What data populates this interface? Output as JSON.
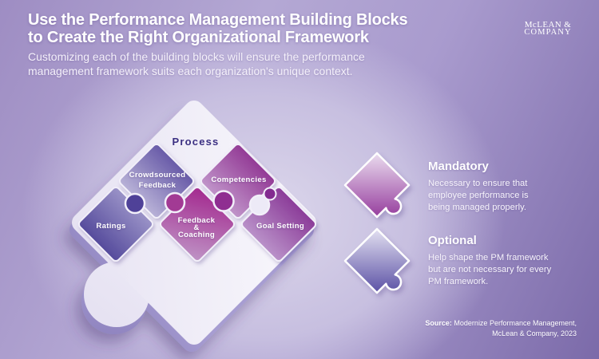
{
  "header": {
    "title_line1": "Use the Performance Management Building Blocks",
    "title_line2": "to Create the Right Organizational Framework",
    "subtitle_line1": "Customizing each of the building blocks will ensure the performance",
    "subtitle_line2": "management framework suits each organization's unique context.",
    "logo_line1": "McLEAN &",
    "logo_line2": "COMPANY"
  },
  "puzzle": {
    "frame_label": "Process",
    "pieces": [
      {
        "id": "ratings",
        "lines": [
          "Ratings"
        ],
        "category": "optional",
        "color_dark": "#473c93",
        "color_light": "#a8a1d0"
      },
      {
        "id": "crowdsourced-feedback",
        "lines": [
          "Crowdsourced",
          "Feedback"
        ],
        "category": "optional",
        "color_dark": "#57489e",
        "color_light": "#c9c4e1"
      },
      {
        "id": "feedback-coaching",
        "lines": [
          "Feedback",
          "&",
          "Coaching"
        ],
        "category": "mandatory",
        "color_dark": "#a52f92",
        "color_light": "#c09ac9"
      },
      {
        "id": "competencies",
        "lines": [
          "Competencies"
        ],
        "category": "mandatory",
        "color_dark": "#8a288b",
        "color_light": "#c9a6d4"
      },
      {
        "id": "goal-setting",
        "lines": [
          "Goal Setting"
        ],
        "category": "mandatory",
        "color_dark": "#822a8f",
        "color_light": "#c3a3d3"
      }
    ]
  },
  "legend": {
    "items": [
      {
        "id": "mandatory",
        "title": "Mandatory",
        "lines": [
          "Necessary to ensure that",
          "employee performance is",
          "being managed properly."
        ],
        "color_dark": "#963e9e",
        "color_light": "#eadcee"
      },
      {
        "id": "optional",
        "title": "Optional",
        "lines": [
          "Help shape the PM framework",
          "but are not necessary for every",
          "PM framework."
        ],
        "color_dark": "#5b51a5",
        "color_light": "#e3e0f1"
      }
    ]
  },
  "source": {
    "label": "Source:",
    "line1": "Modernize Performance Management,",
    "line2": "McLean & Company, 2023"
  },
  "colors": {
    "background_light": "#dcd7eb",
    "background_dark": "#7b6aa9",
    "frame_face": "#f1eef8",
    "frame_side": "#9a8fc7",
    "process_text": "#3b2f82",
    "text": "#ffffff"
  }
}
